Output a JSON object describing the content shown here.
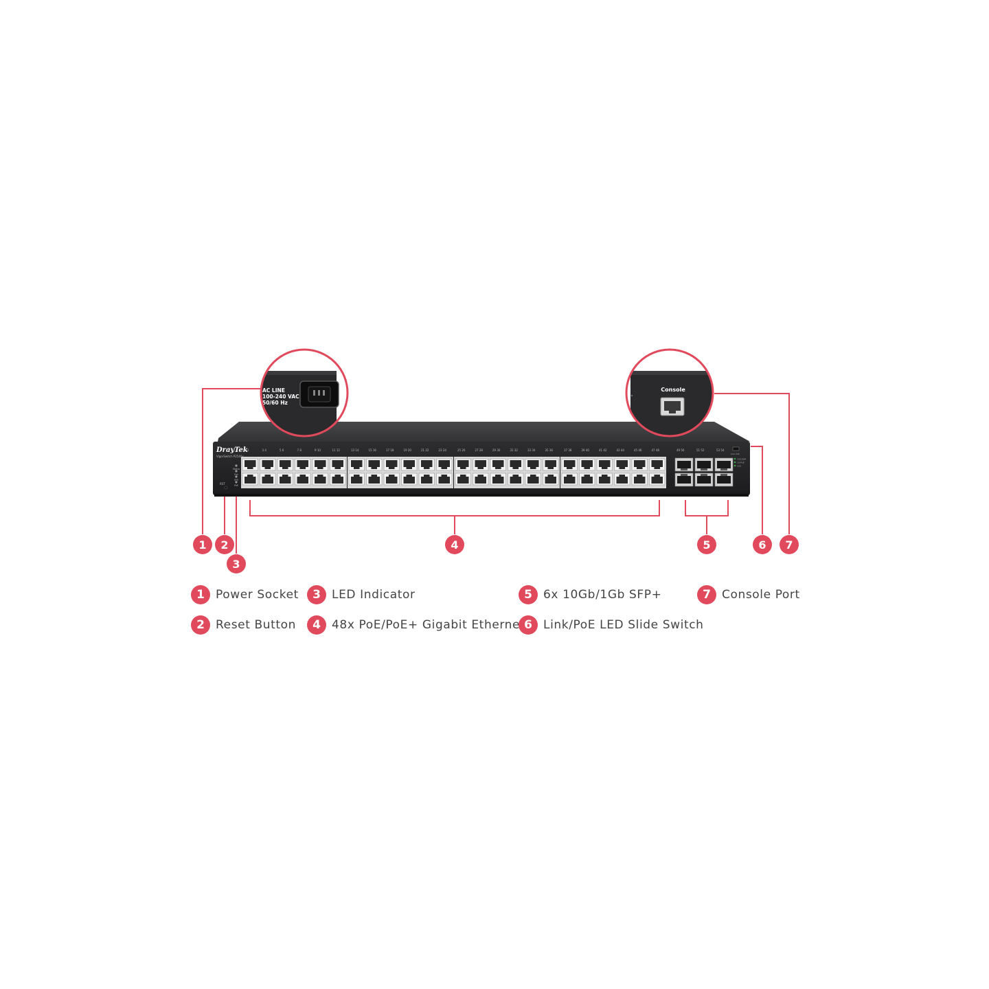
{
  "device": {
    "brand": "DrayTek",
    "model": "VigorSwitch P2540x",
    "led_labels": [
      "Status",
      "Fan",
      "SYS",
      "PoE"
    ],
    "reset_label": "RST",
    "switch_labels": [
      "Link",
      "PoE"
    ],
    "mode_labels": [
      "10/100M",
      "1G/PoE",
      "10G"
    ]
  },
  "power_callout": {
    "lines": [
      "AC LINE",
      "100-240 VAC",
      "50/60 Hz"
    ]
  },
  "console_callout": {
    "label": "Console"
  },
  "markers": [
    "1",
    "2",
    "3",
    "4",
    "5",
    "6",
    "7"
  ],
  "legend": [
    {
      "num": "1",
      "label": "Power Socket"
    },
    {
      "num": "2",
      "label": "Reset Button"
    },
    {
      "num": "3",
      "label": "LED Indicator"
    },
    {
      "num": "4",
      "label": "48x PoE/PoE+ Gigabit Ethernet"
    },
    {
      "num": "5",
      "label": "6x 10Gb/1Gb SFP+"
    },
    {
      "num": "6",
      "label": "Link/PoE LED Slide Switch"
    },
    {
      "num": "7",
      "label": "Console Port"
    }
  ],
  "colors": {
    "accent": "#e14a5c",
    "chassis": "#2b2b2d",
    "chassis_top": "#3c3c3e",
    "port": "#f2f2f2"
  }
}
